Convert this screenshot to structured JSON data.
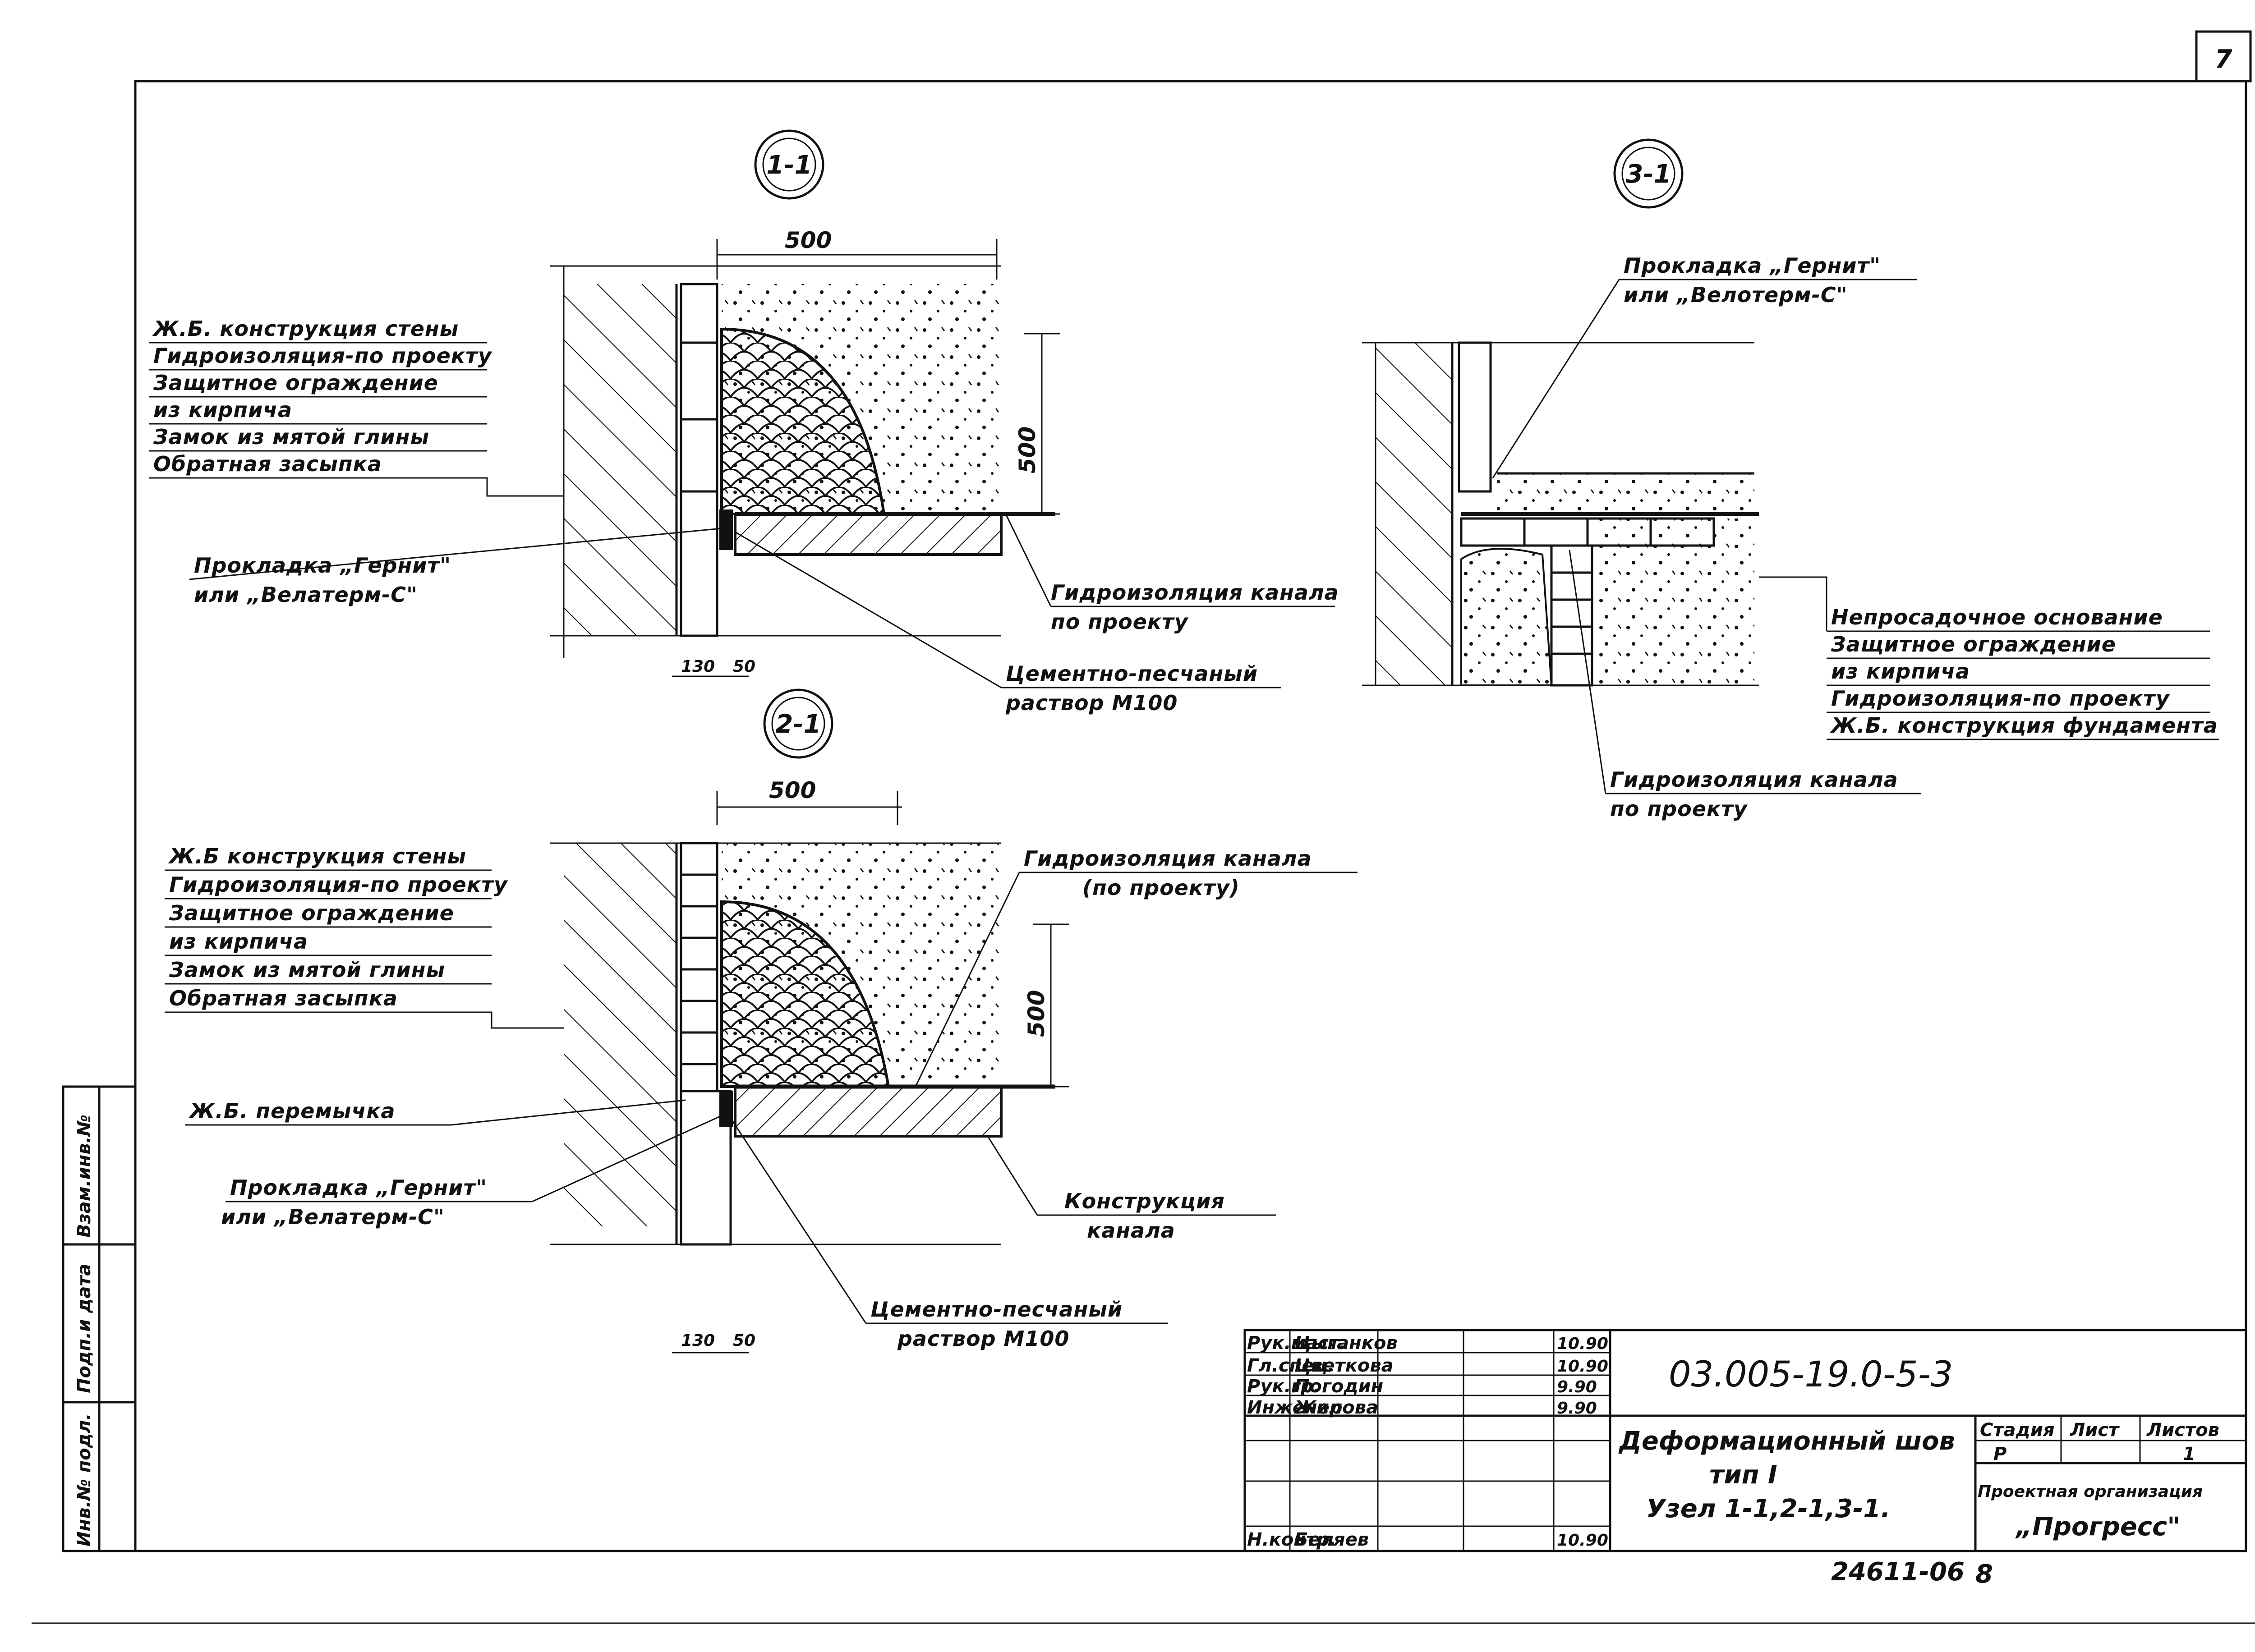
{
  "sheet_number": "7",
  "sections": {
    "s11": {
      "mark": "1-1",
      "dim_width": "500",
      "dim_height": "500",
      "dim_brick": "130",
      "dim_gap": "50",
      "labels": [
        "Ж.Б. конструкция стены",
        "Гидроизоляция-по проекту",
        "Защитное ограждение",
        "из кирпича",
        "Замок из мятой глины",
        "Обратная засыпка"
      ],
      "gasket_1": "Прокладка „Гернит\"",
      "gasket_2": "или „Велатерм-С\"",
      "channel_wp_1": "Гидроизоляция канала",
      "channel_wp_2": "по проекту",
      "mortar_1": "Цементно-песчаный",
      "mortar_2": "раствор М100"
    },
    "s21": {
      "mark": "2-1",
      "dim_width": "500",
      "dim_height": "500",
      "dim_brick": "130",
      "dim_gap": "50",
      "labels": [
        "Ж.Б конструкция стены",
        "Гидроизоляция-по проекту",
        "Защитное ограждение",
        "из кирпича",
        "Замок из мятой глины",
        "Обратная засыпка"
      ],
      "channel_wp_1": "Гидроизоляция канала",
      "channel_wp_2": "(по проекту)",
      "lintel": "Ж.Б. перемычка",
      "gasket_1": "Прокладка „Гернит\"",
      "gasket_2": "или „Велатерм-С\"",
      "construction_1": "Конструкция",
      "construction_2": "канала",
      "mortar_1": "Цементно-песчаный",
      "mortar_2": "раствор М100"
    },
    "s31": {
      "mark": "3-1",
      "gasket_1": "Прокладка „Гернит\"",
      "gasket_2": "или „Велотерм-С\"",
      "labels": [
        "Непросадочное основание",
        "Защитное ограждение",
        "из кирпича",
        "Гидроизоляция-по проекту",
        "Ж.Б. конструкция фундамента"
      ],
      "channel_wp_1": "Гидроизоляция канала",
      "channel_wp_2": "по проекту"
    }
  },
  "side_stamp": [
    "Инв.№ подл.",
    "Подп.и дата",
    "Взам.инв.№"
  ],
  "title_block": {
    "code": "03.005-19.0-5-3",
    "signers": [
      {
        "role": "Рук.маст.",
        "name": "Цыганков",
        "date": "10.90"
      },
      {
        "role": "Гл.спец.",
        "name": "Цветкова",
        "date": "10.90"
      },
      {
        "role": "Рук.гр.",
        "name": "Погодин",
        "date": "9.90"
      },
      {
        "role": "Инженер",
        "name": "Жилова",
        "date": "9.90"
      },
      {
        "role": "",
        "name": "",
        "date": ""
      },
      {
        "role": "",
        "name": "",
        "date": ""
      },
      {
        "role": "Н.контр.",
        "name": "Беляев",
        "date": "10.90"
      }
    ],
    "title_1": "Деформационный шов",
    "title_2": "тип I",
    "title_3": "Узел 1-1,2-1,3-1.",
    "stage_label": "Стадия",
    "sheet_label": "Лист",
    "sheets_label": "Листов",
    "stage_value": "Р",
    "sheet_value": "",
    "sheets_value": "1",
    "org_1": "Проектная организация",
    "org_2": "„Прогресс\""
  },
  "footer_code": "24611-06",
  "footer_num": "8"
}
